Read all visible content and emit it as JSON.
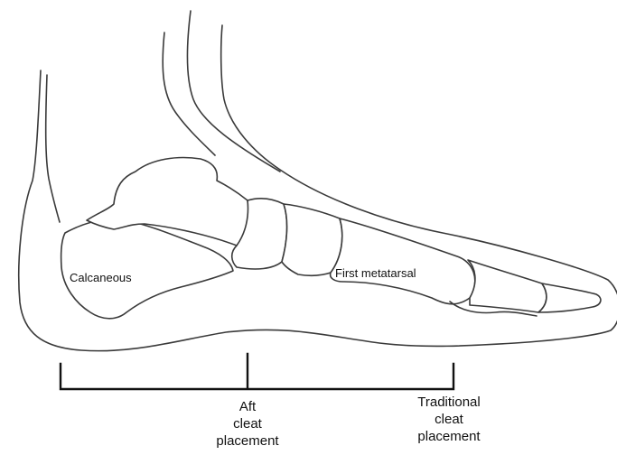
{
  "labels": {
    "calcaneous": "Calcaneous",
    "first_metatarsal": "First metatarsal"
  },
  "markers": {
    "aft": [
      "Aft",
      "cleat",
      "placement"
    ],
    "traditional": [
      "Traditional",
      "cleat",
      "placement"
    ]
  }
}
